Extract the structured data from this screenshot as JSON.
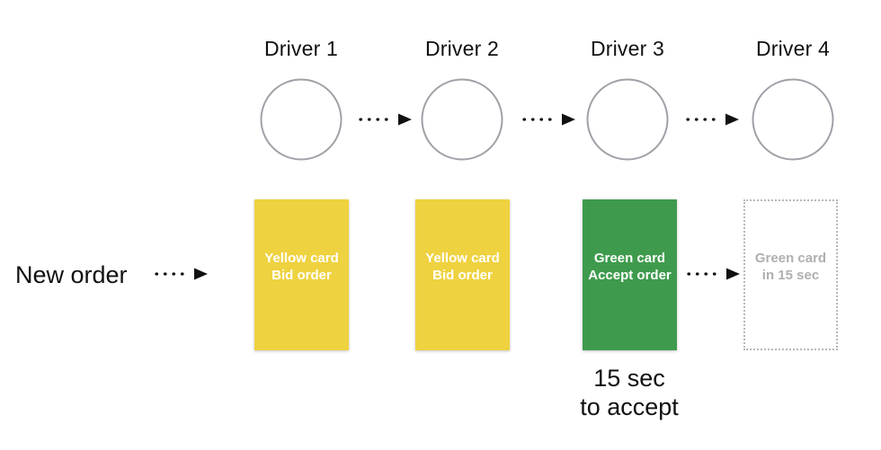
{
  "drivers": [
    {
      "label": "Driver 1"
    },
    {
      "label": "Driver 2"
    },
    {
      "label": "Driver 3"
    },
    {
      "label": "Driver 4"
    }
  ],
  "new_order": {
    "label": "New order"
  },
  "cards": [
    {
      "type": "yellow",
      "line1": "Yellow card",
      "line2": "Bid order"
    },
    {
      "type": "yellow",
      "line1": "Yellow card",
      "line2": "Bid order"
    },
    {
      "type": "green",
      "line1": "Green card",
      "line2": "Accept order"
    },
    {
      "type": "pending",
      "line1": "Green card",
      "line2": "in 15 sec"
    }
  ],
  "timer_note": {
    "line1": "15 sec",
    "line2": "to accept"
  },
  "colors": {
    "yellow_card": "#EFD23F",
    "green_card": "#3E9B4D",
    "card_text": "#FFFFFF",
    "circle_stroke": "#9FA1A7",
    "pending_border": "#B8B8B8",
    "pending_text": "#AFAFAF",
    "label_text": "#111111",
    "arrow": "#111111"
  }
}
